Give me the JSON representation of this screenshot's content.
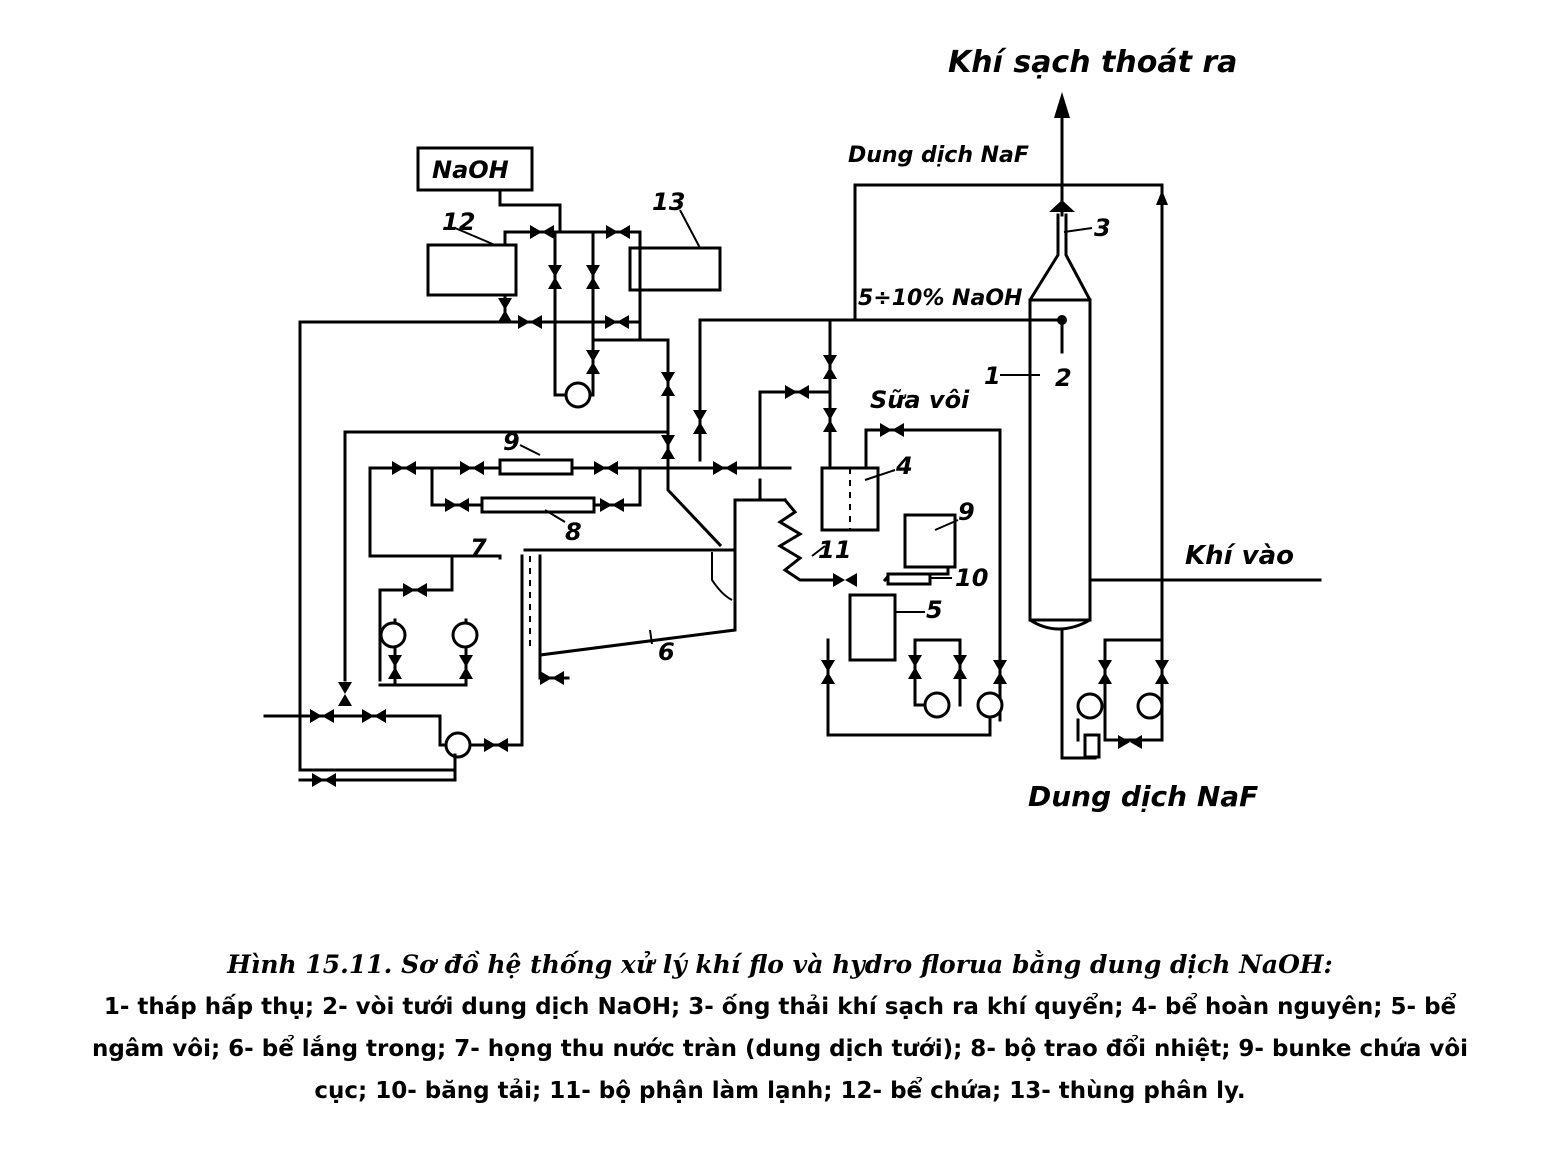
{
  "labels": {
    "clean_gas_out": "Khí sạch thoát ra",
    "naf_solution_top": "Dung dịch NaF",
    "naoh_tank": "NaOH",
    "naoh_percent": "5÷10% NaOH",
    "lime_milk": "Sữa vôi",
    "gas_in": "Khí vào",
    "naf_solution_bottom": "Dung dịch NaF"
  },
  "numbers": {
    "n1": "1",
    "n2": "2",
    "n3": "3",
    "n4": "4",
    "n5": "5",
    "n6": "6",
    "n7": "7",
    "n8": "8",
    "n9a": "9",
    "n9b": "9",
    "n10": "10",
    "n11": "11",
    "n12": "12",
    "n13": "13"
  },
  "caption": {
    "title": "Hình 15.11. Sơ đồ hệ thống xử lý khí flo và hydro florua bằng dung dịch NaOH:",
    "line1": "1- tháp hấp thụ; 2- vòi tưới dung dịch NaOH; 3- ống thải khí sạch ra khí quyển; 4- bể hoàn nguyên; 5- bể",
    "line2": "ngâm vôi; 6- bể lắng trong; 7- họng thu nước tràn (dung dịch tưới); 8- bộ trao đổi nhiệt; 9- bunke chứa vôi",
    "line3": "cục; 10- băng tải; 11- bộ phận làm lạnh; 12- bể chứa; 13- thùng phân ly."
  },
  "colors": {
    "ink": "#000000",
    "paper": "#ffffff"
  }
}
